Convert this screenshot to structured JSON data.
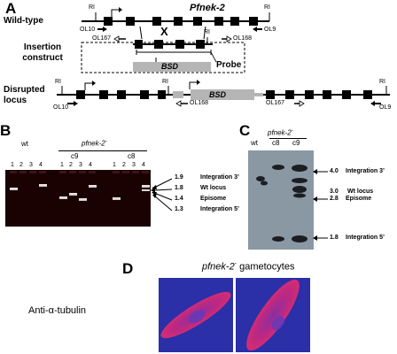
{
  "panels": {
    "A": "A",
    "B": "B",
    "C": "C",
    "D": "D"
  },
  "panelA": {
    "wildtype_label": "Wild-type",
    "gene_name": "Pfnek-2",
    "insertion_label": "Insertion construct",
    "disrupted_label": "Disrupted locus",
    "probe_label": "Probe",
    "bsd_label": "BSD",
    "ri": "RI",
    "cross": "X",
    "primers": {
      "ol10": "OL10",
      "ol9": "OL9",
      "ol167": "OL167",
      "ol168": "OL168"
    }
  },
  "panelB": {
    "wt_label": "wt",
    "mutant_label": "pfnek-2",
    "mutant_sup": "-",
    "clone_c9": "c9",
    "clone_c8": "c8",
    "lane_numbers": [
      "1",
      "2",
      "3",
      "4",
      "1",
      "2",
      "3",
      "4",
      "1",
      "2",
      "3",
      "4"
    ],
    "size_labels": [
      {
        "size": "1.9",
        "name": "Integration 3’"
      },
      {
        "size": "1.8",
        "name": "Wt locus"
      },
      {
        "size": "1.4",
        "name": "Episome"
      },
      {
        "size": "1.3",
        "name": "Integration 5’"
      }
    ]
  },
  "panelC": {
    "mutant_label": "pfnek-2",
    "mutant_sup": "-",
    "lanes": [
      "wt",
      "c8",
      "c9"
    ],
    "size_labels": [
      {
        "size": "4.0",
        "name": "Integration 3’"
      },
      {
        "size": "3.0",
        "name": "Wt locus"
      },
      {
        "size": "2.8",
        "name": "Episome"
      },
      {
        "size": "1.8",
        "name": "Integration 5’"
      }
    ]
  },
  "panelD": {
    "title_gene": "pfnek-2",
    "title_sup": "-",
    "title_rest": " gametocytes",
    "stain_label": "Anti-α-tubulin"
  }
}
